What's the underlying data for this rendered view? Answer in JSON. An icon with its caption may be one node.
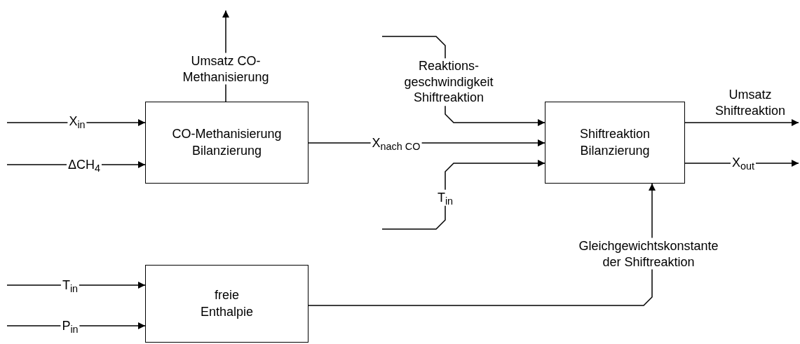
{
  "diagram": {
    "nodes": [
      {
        "text": [
          "CO-Methanisierung Bilanzierung"
        ]
      },
      {
        "text": [
          "Shiftreaktion Bilanzierung"
        ]
      },
      {
        "text": [
          "freie Enthalpie"
        ]
      }
    ],
    "edges": [
      {
        "from": null,
        "to": 0,
        "arrow": "to",
        "label": "X$_{in}$"
      },
      {
        "from": null,
        "to": 0,
        "arrow": "to",
        "label": "ΔCH$_{4}$"
      },
      {
        "from": 0,
        "to": null,
        "arrow": "to",
        "label": "Umsatz CO-Methanisierung"
      },
      {
        "from": 0,
        "to": 1,
        "arrow": "to",
        "label": "X$_{nach CO}$"
      },
      {
        "from": null,
        "to": 1,
        "arrow": "to",
        "label": "Reaktions- geschwindigkeit Shiftreaktion"
      },
      {
        "from": null,
        "to": 1,
        "arrow": "to",
        "label": "T$_{in}$"
      },
      {
        "from": 1,
        "to": null,
        "arrow": "to",
        "label": "Umsatz Shiftreaktion"
      },
      {
        "from": 1,
        "to": null,
        "arrow": "to",
        "label": "X$_{out}$"
      },
      {
        "from": 2,
        "to": 1,
        "arrow": "to",
        "label": "Gleichgewichtskonstante der Shiftreaktion"
      },
      {
        "from": null,
        "to": 2,
        "arrow": "to",
        "label": "T$_{in}$"
      },
      {
        "from": null,
        "to": 2,
        "arrow": "to",
        "label": "P$_{in}$"
      }
    ]
  }
}
